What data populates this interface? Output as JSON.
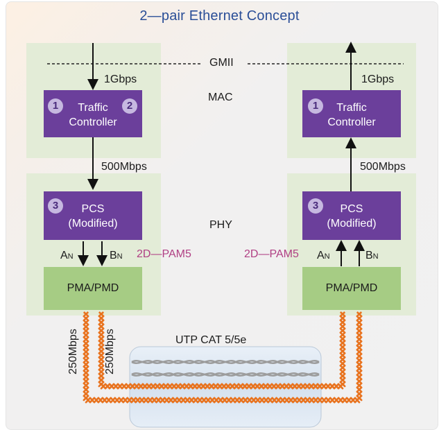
{
  "title": "2—pair Ethernet Concept",
  "gmii": "GMII",
  "mac": "MAC",
  "phy": "PHY",
  "cable_label": "UTP CAT 5/5e",
  "left": {
    "rate_top": "1Gbps",
    "rate_mid": "500Mbps",
    "traffic": {
      "line1": "Traffic",
      "line2": "Controller",
      "badges": [
        "1",
        "2"
      ]
    },
    "pcs": {
      "line1": "PCS",
      "line2": "(Modified)",
      "badge": "3"
    },
    "lane_a": "A",
    "lane_b": "B",
    "lane_sub": "N",
    "pam": "2D—PAM5",
    "pma": "PMA/PMD",
    "pair_rate_1": "250Mbps",
    "pair_rate_2": "250Mbps"
  },
  "right": {
    "rate_top": "1Gbps",
    "rate_mid": "500Mbps",
    "traffic": {
      "line1": "Traffic",
      "line2": "Controller",
      "badge": "1"
    },
    "pcs": {
      "line1": "PCS",
      "line2": "(Modified)",
      "badge": "3"
    },
    "lane_a": "A",
    "lane_b": "B",
    "lane_sub": "N",
    "pam": "2D—PAM5",
    "pma": "PMA/PMD"
  },
  "colors": {
    "title": "#2a4e97",
    "box": "#6b3f9b",
    "badge": "#c6b8e0",
    "panel": "#e3ecd7",
    "pma": "#a6cc84",
    "wire": "#e8731f",
    "pam": "#b03f83"
  }
}
